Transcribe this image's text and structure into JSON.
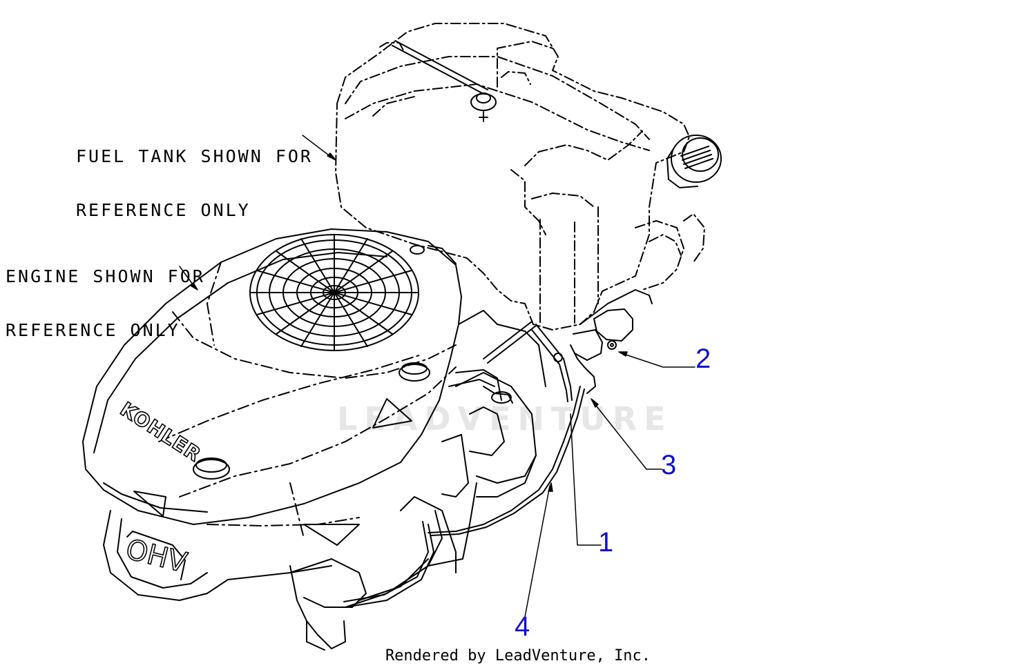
{
  "notes": {
    "fuel_tank_line1": "FUEL TANK SHOWN FOR",
    "fuel_tank_line2": "REFERENCE ONLY",
    "engine_line1": "ENGINE SHOWN FOR",
    "engine_line2": "REFERENCE ONLY"
  },
  "engine_labels": {
    "brand": "KOHLER",
    "valve_cover": "OHV"
  },
  "callouts": [
    "1",
    "2",
    "3",
    "4"
  ],
  "watermark": "LEADVENTURE",
  "footer": "Rendered by LeadVenture, Inc.",
  "colors": {
    "line": "#000000",
    "callout": "#1010d0",
    "watermark": "#e6e6e6"
  }
}
